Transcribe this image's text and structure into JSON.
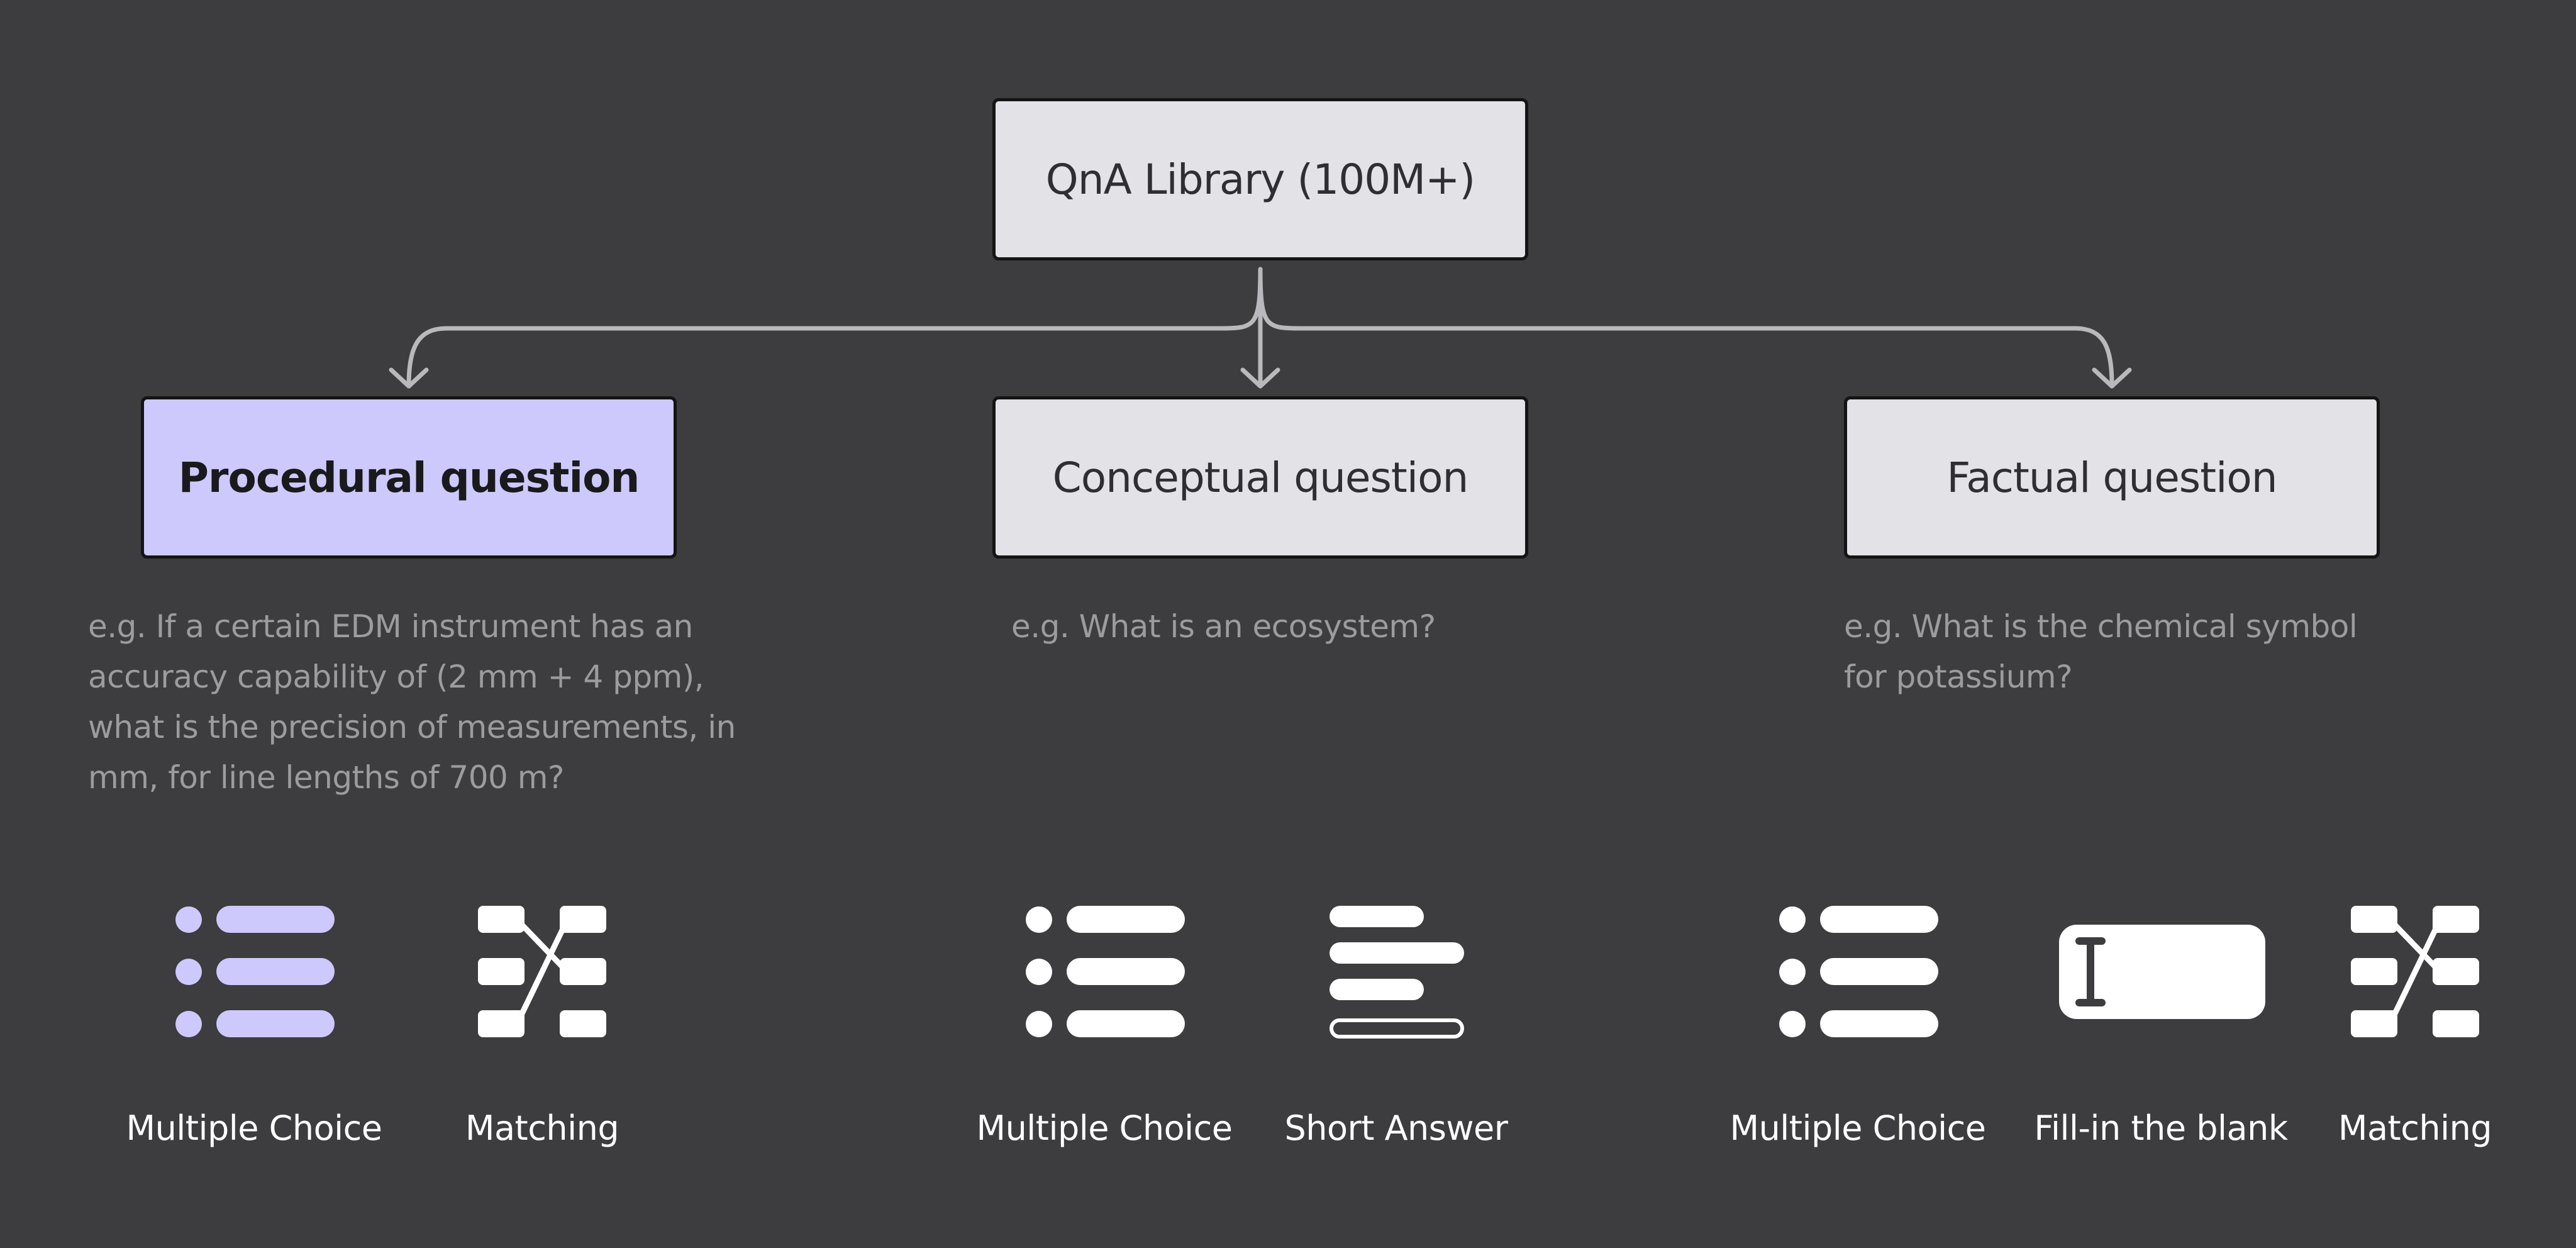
{
  "root": {
    "label": "QnA Library (100M+)"
  },
  "categories": [
    {
      "name": "Procedural question",
      "example": "e.g. If a certain EDM instrument has an accuracy capability of (2 mm + 4 ppm), what is the precision of measurements, in mm, for line lengths of 700 m?",
      "types": [
        {
          "label": "Multiple Choice",
          "icon": "multiple-choice-list-icon"
        },
        {
          "label": "Matching",
          "icon": "matching-icon"
        }
      ]
    },
    {
      "name": "Conceptual question",
      "example": "e.g. What is an ecosystem?",
      "types": [
        {
          "label": "Multiple Choice",
          "icon": "multiple-choice-list-icon"
        },
        {
          "label": "Short Answer",
          "icon": "short-answer-lines-icon"
        }
      ]
    },
    {
      "name": "Factual question",
      "example": "e.g.  What is the chemical symbol for potassium?",
      "types": [
        {
          "label": "Multiple Choice",
          "icon": "multiple-choice-list-icon"
        },
        {
          "label": "Fill-in the blank",
          "icon": "text-cursor-field-icon"
        },
        {
          "label": "Matching",
          "icon": "matching-icon"
        }
      ]
    }
  ],
  "colors": {
    "background": "#3d3c3e",
    "node_fill": "#e3e2e7",
    "highlight_fill": "#cdc9fd",
    "connector": "#b9b8bc",
    "example_text": "#9c9b9f",
    "icon_white": "#ffffff",
    "icon_highlight": "#cdc9fd"
  }
}
